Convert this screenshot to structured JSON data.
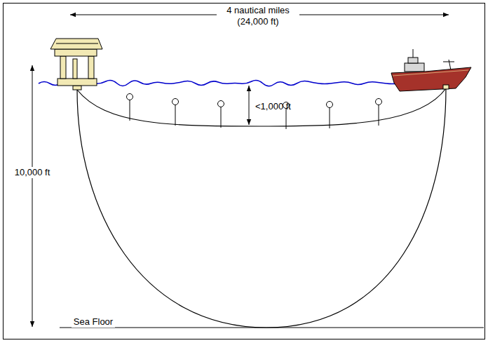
{
  "diagram": {
    "labels": [
      "4 nautical miles (24,000 ft)",
      "<1,000 ft",
      "10,000 ft",
      "Sea Floor"
    ]
  }
}
